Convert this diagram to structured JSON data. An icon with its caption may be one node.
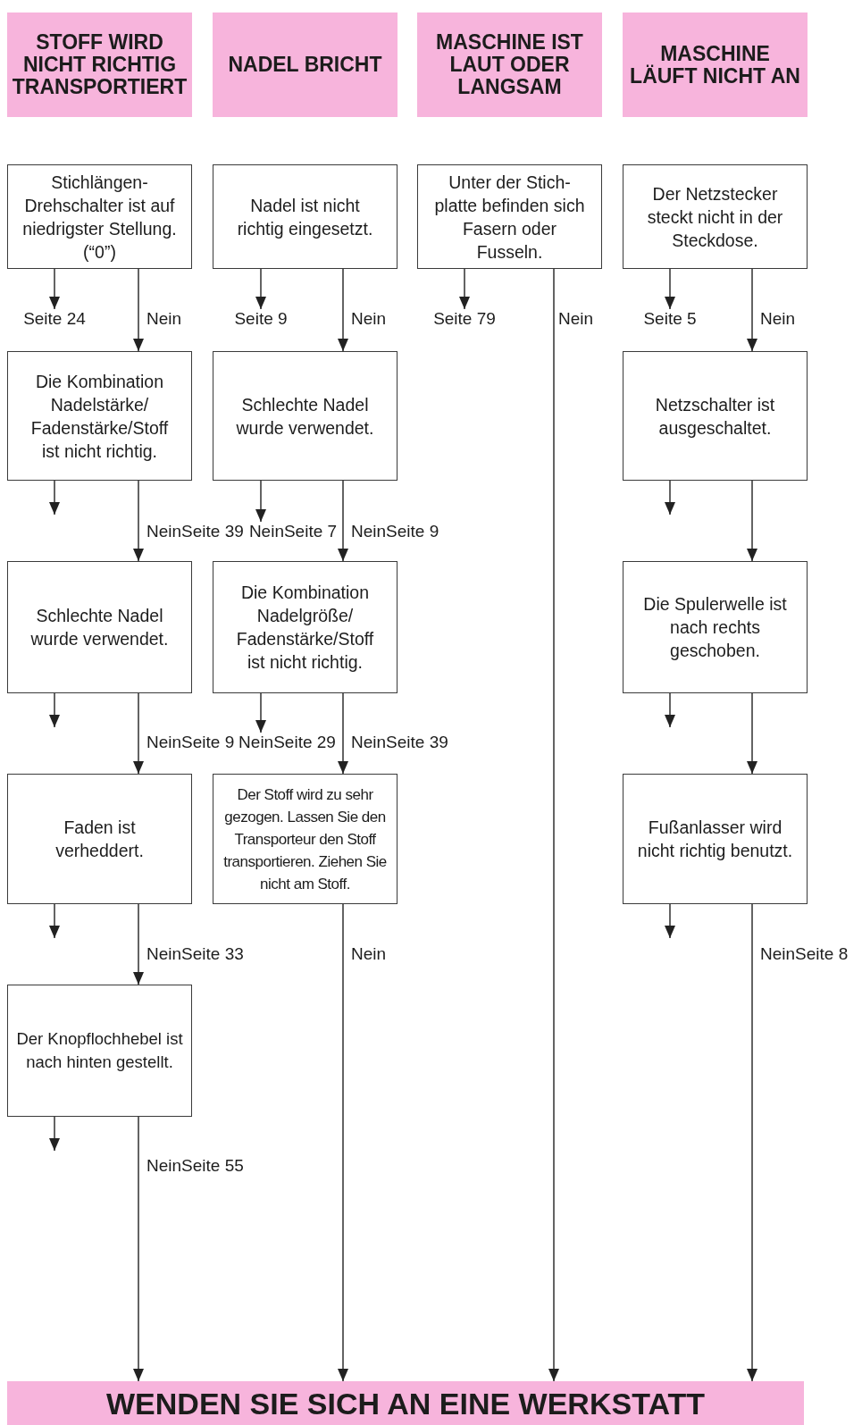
{
  "diagram": {
    "nodes": [
      {
        "text": [
          "STOFF WIRD NICHT RICHTIG TRANSPORTIERT"
        ]
      },
      {
        "text": [
          "NADEL BRICHT"
        ]
      },
      {
        "text": [
          "MASCHINE IST LAUT ODER LANGSAM"
        ]
      },
      {
        "text": [
          "MASCHINE LÄUFT NICHT AN"
        ]
      },
      {
        "text": [
          "Stichlängen- Drehschalter ist auf niedrigster Stellung. (“0”)"
        ]
      },
      {
        "text": [
          "Nadel ist nicht richtig eingesetzt."
        ]
      },
      {
        "text": [
          "Unter der Stich- platte befinden sich Fasern oder Fusseln."
        ]
      },
      {
        "text": [
          "Der Netzstecker steckt nicht in der Steckdose."
        ]
      },
      {
        "text": [
          "Seite 24"
        ]
      },
      {
        "text": [
          "Seite 9"
        ]
      },
      {
        "text": [
          "Seite 79"
        ]
      },
      {
        "text": [
          "Seite 5"
        ]
      },
      {
        "text": [
          "Die Kombination Nadelstärke/ Fadenstärke/Stoff ist nicht richtig."
        ]
      },
      {
        "text": [
          "Schlechte Nadel wurde verwendet."
        ]
      },
      {
        "text": [
          "Netzschalter ist ausgeschaltet."
        ]
      },
      {
        "text": [
          "NeinSeite 7"
        ]
      },
      {
        "text": [
          "Schlechte Nadel wurde verwendet."
        ]
      },
      {
        "text": [
          "Die Kombination Nadelgröße/ Fadenstärke/Stoff ist nicht richtig."
        ]
      },
      {
        "text": [
          "Die Spulerwelle ist nach rechts geschoben."
        ]
      },
      {
        "text": [
          "NeinSeite 29"
        ]
      },
      {
        "text": [
          "Faden ist verheddert."
        ]
      },
      {
        "text": [
          "Der Stoff wird zu sehr gezogen. Lassen Sie den Transporteur den Stoff transportieren. Ziehen Sie nicht am Stoff."
        ]
      },
      {
        "text": [
          "Fußanlasser wird nicht richtig benutzt."
        ]
      },
      {
        "text": [
          "Der Knopflochhebel ist nach hinten gestellt."
        ]
      },
      {
        "text": [
          "WENDEN SIE SICH AN EINE WERKSTATT"
        ]
      }
    ],
    "edges": [
      {
        "from": 4,
        "to": 8,
        "arrow": "to"
      },
      {
        "from": 4,
        "to": 12,
        "arrow": "to",
        "label": "Nein"
      },
      {
        "from": 5,
        "to": 9,
        "arrow": "to"
      },
      {
        "from": 5,
        "to": 13,
        "arrow": "to",
        "label": "Nein"
      },
      {
        "from": 6,
        "to": 10,
        "arrow": "to"
      },
      {
        "from": 6,
        "to": 24,
        "arrow": "to",
        "label": "Nein"
      },
      {
        "from": 7,
        "to": 11,
        "arrow": "to"
      },
      {
        "from": 7,
        "to": 14,
        "arrow": "to",
        "label": "Nein"
      },
      {
        "from": 12,
        "to": null,
        "arrow": "to"
      },
      {
        "from": 12,
        "to": 16,
        "arrow": "to",
        "label": "NeinSeite 39"
      },
      {
        "from": 13,
        "to": 15,
        "arrow": "to"
      },
      {
        "from": 13,
        "to": 17,
        "arrow": "to",
        "label": "NeinSeite 9"
      },
      {
        "from": 14,
        "to": null,
        "arrow": "to"
      },
      {
        "from": 14,
        "to": 18,
        "arrow": "to"
      },
      {
        "from": 16,
        "to": null,
        "arrow": "to"
      },
      {
        "from": 16,
        "to": 20,
        "arrow": "to",
        "label": "NeinSeite 9"
      },
      {
        "from": 17,
        "to": 19,
        "arrow": "to"
      },
      {
        "from": 17,
        "to": 21,
        "arrow": "to",
        "label": "NeinSeite 39"
      },
      {
        "from": 18,
        "to": null,
        "arrow": "to"
      },
      {
        "from": 18,
        "to": 22,
        "arrow": "to"
      },
      {
        "from": 20,
        "to": null,
        "arrow": "to"
      },
      {
        "from": 20,
        "to": 23,
        "arrow": "to",
        "label": "NeinSeite 33"
      },
      {
        "from": 21,
        "to": 24,
        "arrow": "to",
        "label": "Nein"
      },
      {
        "from": 22,
        "to": null,
        "arrow": "to"
      },
      {
        "from": 22,
        "to": 24,
        "arrow": "to",
        "label": "NeinSeite 8"
      },
      {
        "from": 23,
        "to": null,
        "arrow": "to"
      },
      {
        "from": 23,
        "to": 24,
        "arrow": "to",
        "label": "NeinSeite 55"
      }
    ]
  }
}
